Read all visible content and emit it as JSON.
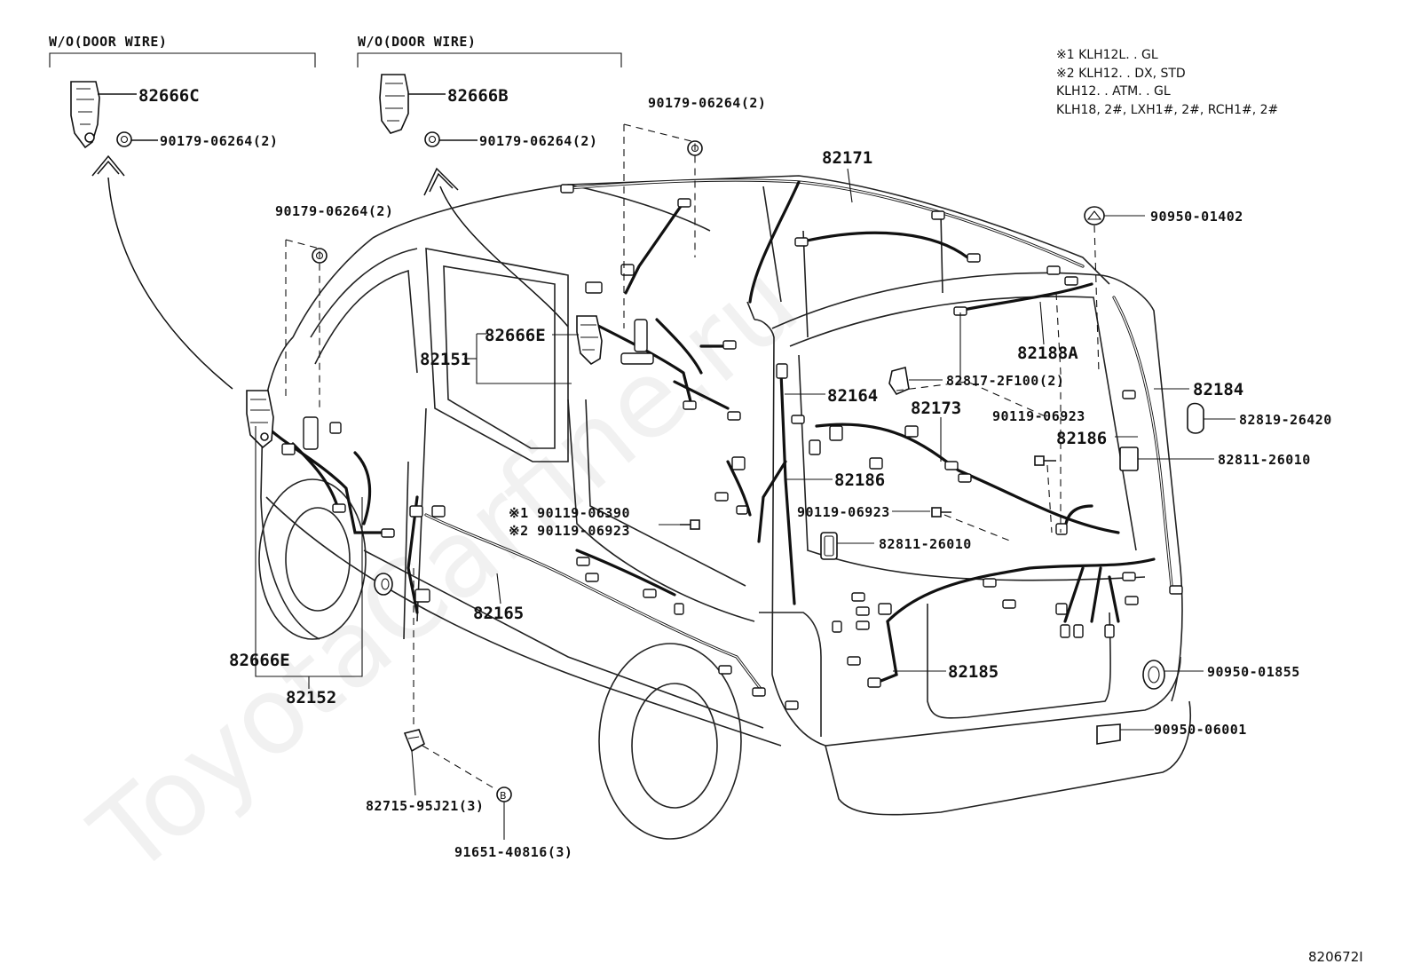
{
  "watermark": "ToyotaCarfine.ru",
  "diagram_id": "820672I",
  "notes": [
    "※1  KLH12L. . GL",
    "※2  KLH12. . DX, STD",
    "       KLH12. . ATM. . GL",
    "       KLH18, 2#, LXH1#, 2#, RCH1#, 2#"
  ],
  "insets": [
    {
      "title": "W/O(DOOR WIRE)",
      "part": "82666C",
      "fastener": "90179-06264(2)"
    },
    {
      "title": "W/O(DOOR WIRE)",
      "part": "82666B",
      "fastener": "90179-06264(2)"
    }
  ],
  "labels": {
    "l_82171": "82171",
    "l_90950_01402": "90950-01402",
    "l_90179_top": "90179-06264(2)",
    "l_90179_left": "90179-06264(2)",
    "l_82666E_mid": "82666E",
    "l_82151": "82151",
    "l_82188A": "82188A",
    "l_82164": "82164",
    "l_82817": "82817-2F100(2)",
    "l_82184": "82184",
    "l_82173": "82173",
    "l_90119_06923_a": "90119-06923",
    "l_82819": "82819-26420",
    "l_82186_r": "82186",
    "l_82811_r": "82811-26010",
    "l_82186_m": "82186",
    "l_90119_06390": "※1  90119-06390",
    "l_90119_06923_b": "※2  90119-06923",
    "l_90119_06923_c": "90119-06923",
    "l_82811_m": "82811-26010",
    "l_82165": "82165",
    "l_82666E_low": "82666E",
    "l_82152": "82152",
    "l_82185": "82185",
    "l_90950_01855": "90950-01855",
    "l_90950_06001": "90950-06001",
    "l_82715": "82715-95J21(3)",
    "l_91651": "91651-40816(3)",
    "b_marker": "B"
  }
}
